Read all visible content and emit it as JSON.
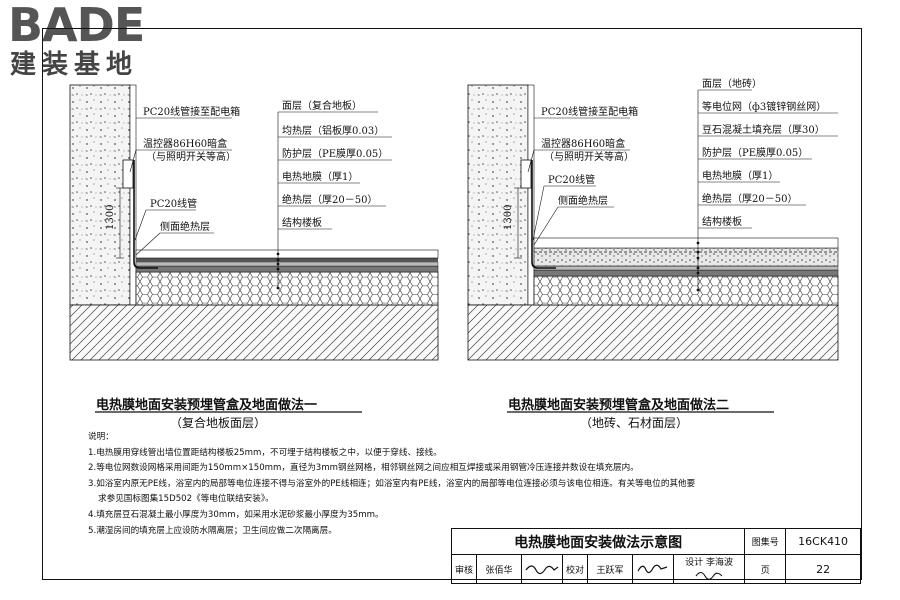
{
  "logo": {
    "brand": "BADE",
    "subtitle": "建装基地"
  },
  "diagram1": {
    "left_labels": [
      "PC20线管接至配电箱",
      "温控器86H60暗盒",
      "（与照明开关等高）",
      "PC20线管",
      "侧面绝热层"
    ],
    "right_labels": [
      "面层（复合地板）",
      "均热层（铝板厚0.03）",
      "防护层（PE膜厚0.05）",
      "电热地膜（厚1）",
      "绝热层（厚20－50）",
      "结构楼板"
    ],
    "dimension": "1300",
    "caption": "电热膜地面安装预埋管盒及地面做法一",
    "caption_sub": "（复合地板面层）"
  },
  "diagram2": {
    "left_labels": [
      "PC20线管接至配电箱",
      "温控器86H60暗盒",
      "（与照明开关等高）",
      "PC20线管",
      "侧面绝热层"
    ],
    "right_labels": [
      "面层（地砖）",
      "等电位网（ф3镀锌钢丝网）",
      "豆石混凝土填充层（厚30）",
      "防护层（PE膜厚0.05）",
      "电热地膜（厚1）",
      "绝热层（厚20－50）",
      "结构楼板"
    ],
    "dimension": "1300",
    "caption": "电热膜地面安装预埋管盒及地面做法二",
    "caption_sub": "（地砖、石材面层）"
  },
  "notes": {
    "heading": "说明：",
    "items": [
      "1.电热膜用穿线管出墙位置距结构楼板25mm，不可埋于结构楼板之中，以便于穿线、接线。",
      "2.等电位网数设网格采用间距为150mm×150mm，直径为3mm钢丝网格，相邻钢丝网之间应相互焊接或采用钢管冷压连接并数设在填充层内。",
      "3.如浴室内原无PE线，浴室内的局部等电位连接不得与浴室外的PE线相连；如浴室内有PE线，浴室内的局部等电位连接必须与该电位相连。有关等电位的其他要",
      "  求参见国标图集15D502《等电位联结安装》。",
      "4.填充层豆石混凝土最小厚度为30mm，如采用水泥砂浆最小厚度为35mm。",
      "5.潮湿房间的填充层上应设防水隔离层；卫生间应做二次隔离层。"
    ]
  },
  "title_block": {
    "title": "电热膜地面安装做法示意图",
    "atlas_label": "图集号",
    "atlas_no": "16CK410",
    "review_label": "审核",
    "reviewer": "张佰华",
    "check_label": "校对",
    "checker": "王跃军",
    "design_label": "设计",
    "designer": "李海波",
    "page_label": "页",
    "page_no": "22"
  }
}
